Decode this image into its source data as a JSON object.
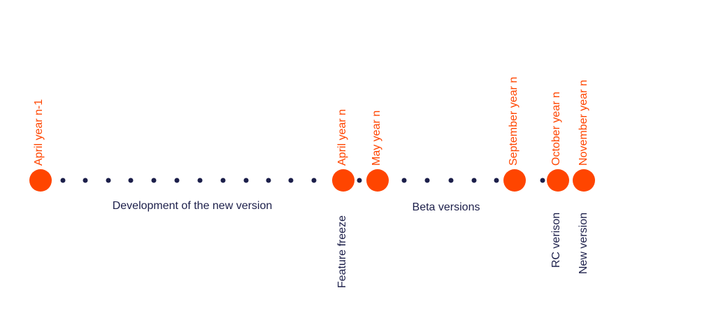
{
  "colors": {
    "milestone": "#ff4500",
    "dots": "#1c1f4a",
    "date_text": "#ff4500",
    "event_text": "#1c1f4a"
  },
  "milestones": [
    {
      "date": "April year n-1",
      "event": ""
    },
    {
      "date": "April year n",
      "event": "Feature freeze"
    },
    {
      "date": "May year n",
      "event": ""
    },
    {
      "date": "September year n",
      "event": ""
    },
    {
      "date": "October year n",
      "event": "RC verison"
    },
    {
      "date": "November year n",
      "event": "New version"
    }
  ],
  "phases": [
    {
      "label": "Development of the new version"
    },
    {
      "label": "Beta versions"
    }
  ]
}
